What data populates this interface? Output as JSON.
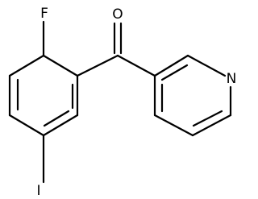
{
  "atoms": {
    "fluorine": "F",
    "oxygen": "O",
    "nitrogen": "N",
    "iodine": "I"
  }
}
